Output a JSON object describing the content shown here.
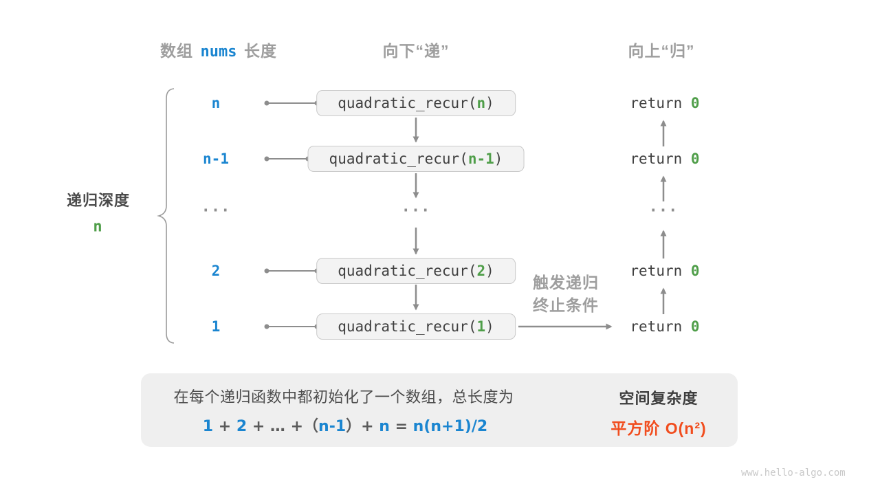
{
  "colors": {
    "blue": "#1a85d0",
    "green": "#4f9e49",
    "gray": "#9e9e9e",
    "dark": "#4a4a4a",
    "orange": "#f14d1e"
  },
  "headers": {
    "col1_left": "数组",
    "col1_code": "nums",
    "col1_right": "长度",
    "col2": "向下“递”",
    "col3": "向上“归”"
  },
  "left_label": {
    "title": "递归深度",
    "value": "n"
  },
  "rows": [
    {
      "depth": "n",
      "call": "quadratic_recur(",
      "arg": "n",
      "close": ")",
      "ret": "return ",
      "ret_val": "0"
    },
    {
      "depth": "n-1",
      "call": "quadratic_recur(",
      "arg": "n-1",
      "close": ")",
      "ret": "return ",
      "ret_val": "0"
    },
    {
      "ellipsis_left": "...",
      "ellipsis_mid": "...",
      "ellipsis_right": "..."
    },
    {
      "depth": "2",
      "call": "quadratic_recur(",
      "arg": "2",
      "close": ")",
      "ret": "return ",
      "ret_val": "0"
    },
    {
      "depth": "1",
      "call": "quadratic_recur(",
      "arg": "1",
      "close": ")",
      "ret": "return ",
      "ret_val": "0"
    }
  ],
  "trigger_note": {
    "line1": "触发递归",
    "line2": "终止条件"
  },
  "summary": {
    "line1": "在每个递归函数中都初始化了一个数组，总长度为",
    "formula": [
      {
        "text": "1"
      },
      {
        "text": " + "
      },
      {
        "text": "2"
      },
      {
        "text": " + … +（"
      },
      {
        "text": "n-1"
      },
      {
        "text": "）+ "
      },
      {
        "text": "n"
      },
      {
        "text": " = "
      },
      {
        "text": "n(n+1)/2"
      }
    ],
    "result_title": "空间复杂度",
    "result_value": "平方阶 O(n²)"
  },
  "watermark": "www.hello-algo.com"
}
